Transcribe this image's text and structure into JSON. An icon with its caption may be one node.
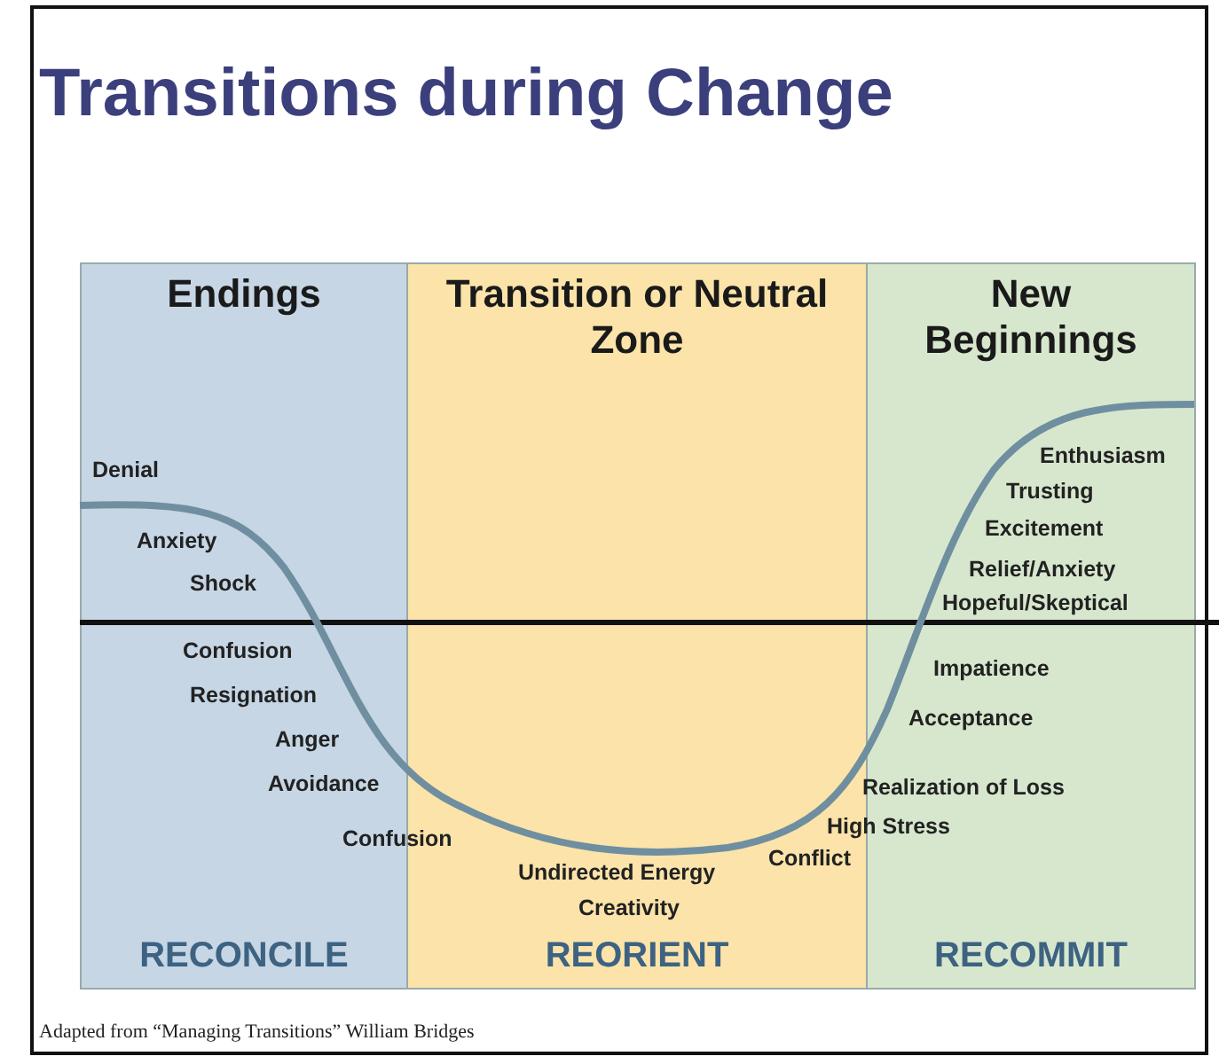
{
  "diagram": {
    "title": "Transitions during Change",
    "caption": "Adapted from “Managing Transitions” William Bridges",
    "nodes": [
      {
        "text": [
          "Endings",
          "RECONCILE"
        ]
      },
      {
        "text": [
          "Transition or Neutral Zone",
          "REORIENT"
        ]
      },
      {
        "text": [
          "New Beginnings",
          "RECOMMIT"
        ]
      }
    ],
    "labels": [
      "Denial",
      "Anxiety",
      "Shock",
      "Confusion",
      "Resignation",
      "Anger",
      "Avoidance",
      "Confusion",
      "Undirected Energy",
      "Creativity",
      "Conflict",
      "High Stress",
      "Realization of Loss",
      "Acceptance",
      "Impatience",
      "Hopeful/Skeptical",
      "Relief/Anxiety",
      "Excitement",
      "Trusting",
      "Enthusiasm"
    ]
  }
}
